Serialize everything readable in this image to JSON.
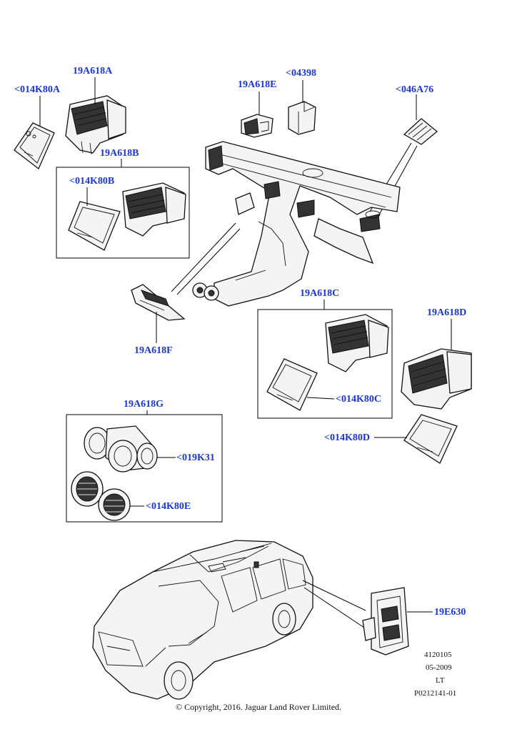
{
  "callouts": {
    "c_014K80A": "<014K80A",
    "c_19A618A": "19A618A",
    "c_19A618E": "19A618E",
    "c_04398": "<04398",
    "c_046A76": "<046A76",
    "c_19A618B": "19A618B",
    "c_014K80B": "<014K80B",
    "c_19A618C": "19A618C",
    "c_19A618D": "19A618D",
    "c_19A618F": "19A618F",
    "c_014K80C": "<014K80C",
    "c_014K80D": "<014K80D",
    "c_19A618G": "19A618G",
    "c_019K31": "<019K31",
    "c_014K80E": "<014K80E",
    "c_19E630": "19E630"
  },
  "meta": {
    "number": "4120105",
    "date": "05-2009",
    "code": "LT",
    "ref": "P0212141-01"
  },
  "copyright": "© Copyright, 2016. Jaguar Land Rover Limited.",
  "colors": {
    "callout": "#1a35d6",
    "line": "#000000"
  }
}
